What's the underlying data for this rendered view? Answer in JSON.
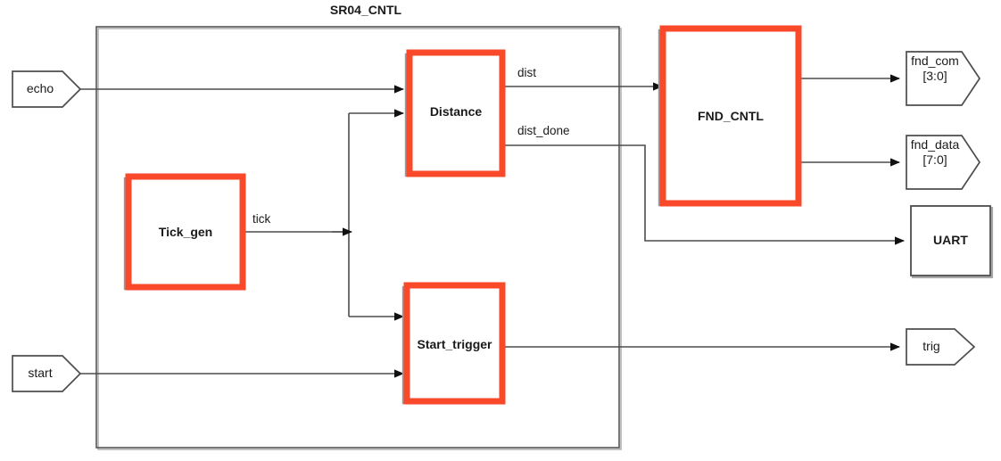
{
  "diagram": {
    "title": "SR04_CNTL",
    "blocks": [
      {
        "id": "distance",
        "label": "Distance",
        "style": "highlight"
      },
      {
        "id": "tick_gen",
        "label": "Tick_gen",
        "style": "highlight"
      },
      {
        "id": "start_trigger",
        "label": "Start_trigger",
        "style": "highlight"
      },
      {
        "id": "fnd_cntl",
        "label": "FND_CNTL",
        "style": "highlight"
      },
      {
        "id": "uart",
        "label": "UART",
        "style": "plain"
      }
    ],
    "inputs": [
      {
        "id": "echo",
        "label": "echo"
      },
      {
        "id": "start",
        "label": "start"
      }
    ],
    "outputs": [
      {
        "id": "fnd_com",
        "label": "fnd_com",
        "range": "[3:0]"
      },
      {
        "id": "fnd_data",
        "label": "fnd_data",
        "range": "[7:0]"
      },
      {
        "id": "trig",
        "label": "trig",
        "range": ""
      }
    ],
    "wires": [
      {
        "id": "dist",
        "label": "dist",
        "from": "distance",
        "to": "fnd_cntl"
      },
      {
        "id": "dist_done",
        "label": "dist_done",
        "from": "distance",
        "to": "uart"
      },
      {
        "id": "tick",
        "label": "tick",
        "from": "tick_gen",
        "to": "distance"
      }
    ],
    "colors": {
      "highlight": "#f9482a",
      "wire": "#4d4d4d",
      "container": "#555555",
      "text": "#1a1a1a",
      "background": "#ffffff"
    }
  }
}
